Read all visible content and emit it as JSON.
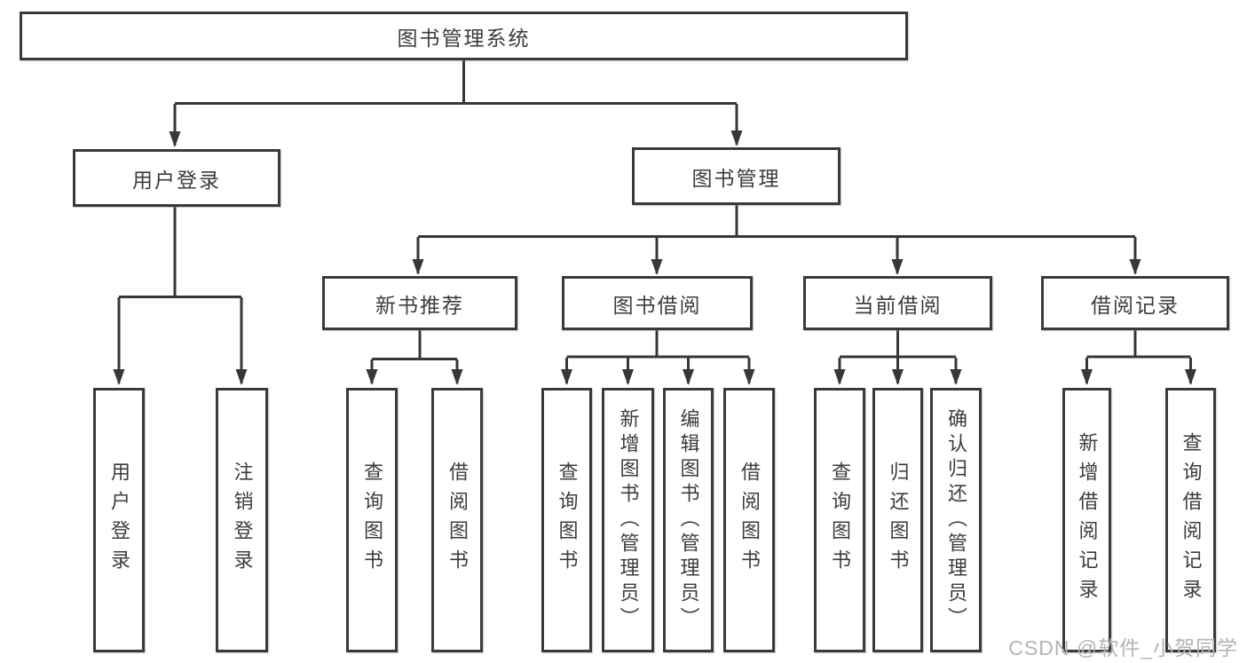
{
  "title": "图书管理系统",
  "watermark": "CSDN @软件_小贺同学",
  "colors": {
    "line": "#373737",
    "box_border": "#3a3a3a",
    "text": "#3c3c3c",
    "background": "#ffffff",
    "watermark": "#b4b4b4"
  },
  "tree": {
    "label": "图书管理系统",
    "children": [
      {
        "label": "用户登录",
        "children": [
          {
            "label": "用户登录"
          },
          {
            "label": "注销登录"
          }
        ]
      },
      {
        "label": "图书管理",
        "children": [
          {
            "label": "新书推荐",
            "children": [
              {
                "label": "查询图书"
              },
              {
                "label": "借阅图书"
              }
            ]
          },
          {
            "label": "图书借阅",
            "children": [
              {
                "label": "查询图书"
              },
              {
                "label": "新增图书（管理员）"
              },
              {
                "label": "编辑图书（管理员）"
              },
              {
                "label": "借阅图书"
              }
            ]
          },
          {
            "label": "当前借阅",
            "children": [
              {
                "label": "查询图书"
              },
              {
                "label": "归还图书"
              },
              {
                "label": "确认归还（管理员）"
              }
            ]
          },
          {
            "label": "借阅记录",
            "children": [
              {
                "label": "新增借阅记录"
              },
              {
                "label": "查询借阅记录"
              }
            ]
          }
        ]
      }
    ]
  }
}
